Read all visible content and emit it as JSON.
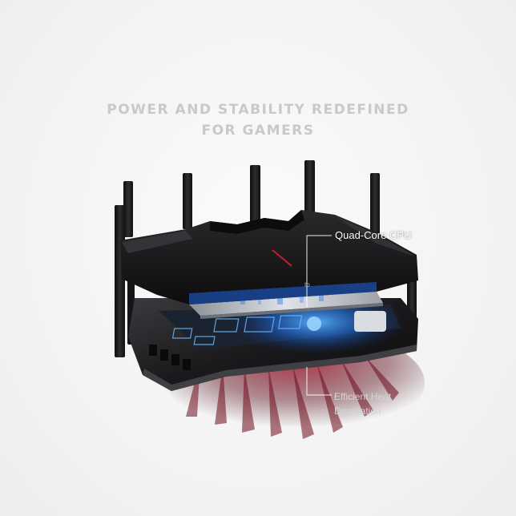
{
  "headline": {
    "line1": "POWER AND STABILITY REDEFINED",
    "line2": "FOR GAMERS"
  },
  "callouts": {
    "cpu": "Quad-Core CPU",
    "heat_line1": "Efficient Heat",
    "heat_line2": "Dissipation"
  },
  "product": {
    "logo_text": "tp",
    "antenna_count": 8,
    "colors": {
      "chassis": "#1c1c1e",
      "chassis_highlight": "#3a3a3e",
      "board_glow": "#2f8bff",
      "heat_glow": "#7a0e1e",
      "heatsink_plate": "#c9ccd2"
    }
  }
}
